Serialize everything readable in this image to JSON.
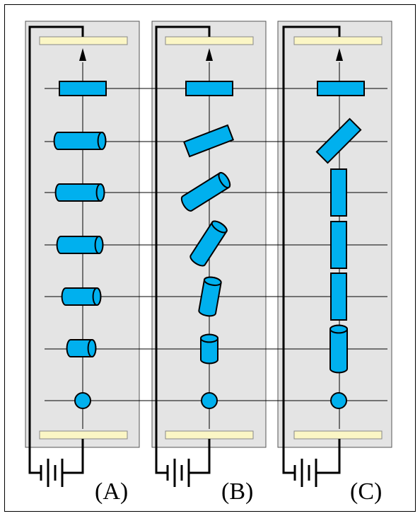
{
  "figure": {
    "panels": [
      {
        "label": "(A)",
        "state": "rods aligned horizontally, progressively shorter from top to bottom"
      },
      {
        "label": "(B)",
        "state": "rods progressively rotating toward vertical"
      },
      {
        "label": "(C)",
        "state": "rods aligned vertically, stacked end to end"
      }
    ]
  },
  "colors": {
    "background": "#ffffff",
    "frame": "#000000",
    "panel_fill": "#e4e4e4",
    "panel_border": "#555555",
    "electrode_fill": "#fbf6c5",
    "rod_fill": "#00b0ee",
    "rod_stroke": "#000000",
    "wire": "#000000",
    "horizontal_lines": "#000000"
  },
  "icons": [
    "battery-icon",
    "arrow-up-icon",
    "electrode-plate",
    "liquid-crystal-rod"
  ]
}
